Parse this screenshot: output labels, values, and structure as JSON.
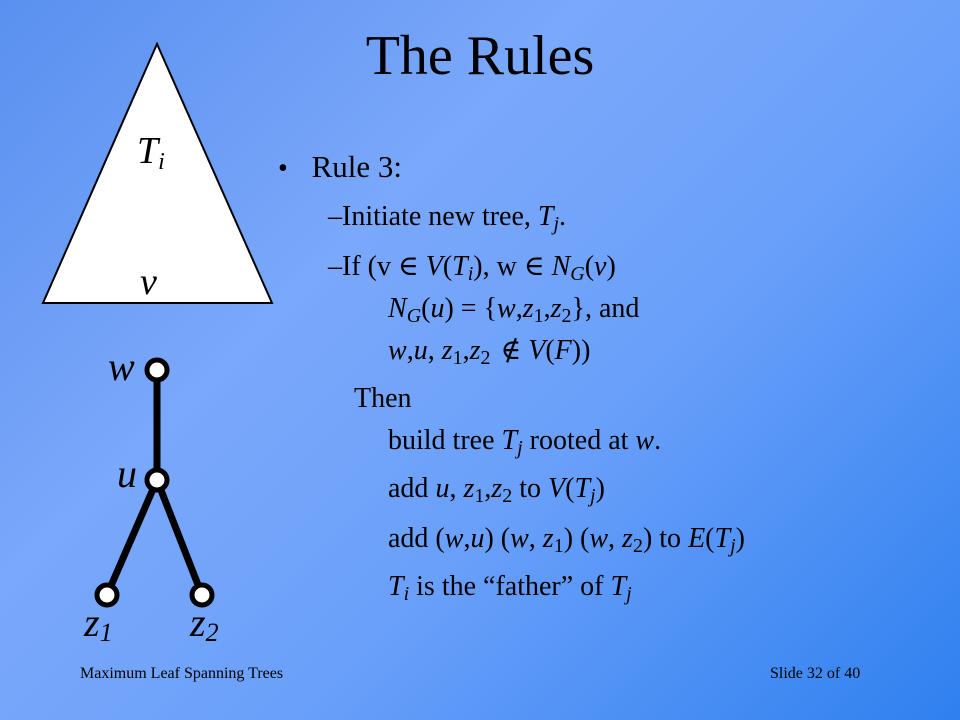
{
  "slide": {
    "title": "The Rules",
    "figure": {
      "tree_label": "T",
      "tree_label_sub": "i",
      "root_label": "v",
      "nodes": {
        "w": "w",
        "u": "u",
        "z1": "z",
        "z1_sub": "1",
        "z2": "z",
        "z2_sub": "2"
      }
    },
    "bullet": {
      "symbol": "•",
      "text": "Rule 3:"
    },
    "dash": "–",
    "point1": {
      "text": "Initiate new tree, ",
      "T": "T",
      "sub": "j",
      "end": "."
    },
    "point2": {
      "l1": {
        "a": "If (v ",
        "in": "∈",
        "b": " ",
        "V": "V",
        "c": "(",
        "T": "T",
        "sub": "i",
        "d": "), w ",
        "in2": "∈",
        "e": " ",
        "N": "N",
        "G": "G",
        "f": "(",
        "v": "v",
        "g": ")"
      },
      "l2": {
        "N": "N",
        "G": "G",
        "a": "(",
        "u": "u",
        "b": ") = {",
        "w": "w",
        "c": ",",
        "z1": "z",
        "s1": "1",
        "d": ",",
        "z2": "z",
        "s2": "2",
        "e": "}, and"
      },
      "l3": {
        "w": "w",
        "a": ",",
        "u": "u",
        "b": ", ",
        "z1": "z",
        "s1": "1",
        "c": ",",
        "z2": "z",
        "s2": "2",
        "notin": "∉",
        "d": " ",
        "V": "V",
        "e": "(",
        "F": "F",
        "f": "))"
      }
    },
    "then": {
      "label": "Then",
      "l1": {
        "a": "build tree ",
        "T": "T",
        "sub": "j",
        "b": " rooted at ",
        "w": "w",
        "c": "."
      },
      "l2": {
        "a": "add ",
        "u": "u",
        "b": ", ",
        "z1": "z",
        "s1": "1",
        "c": ",",
        "z2": "z",
        "s2": "2",
        "d": " to ",
        "V": "V",
        "e": "(",
        "T": "T",
        "sub": "j",
        "f": ")"
      },
      "l3": {
        "a": "add (",
        "w1": "w",
        "b": ",",
        "u": "u",
        "c": ") (",
        "w2": "w",
        "d": ", ",
        "z1": "z",
        "s1": "1",
        "e": ") (",
        "w3": "w",
        "f": ", ",
        "z2": "z",
        "s2": "2",
        "g": ") to ",
        "E": "E",
        "h": "(",
        "T": "T",
        "sub": "j",
        "i": ")"
      },
      "l4": {
        "T1": "T",
        "s1": "i",
        "a": " is the “father” of ",
        "T2": "T",
        "s2": "j"
      }
    },
    "footer": {
      "left": "Maximum Leaf Spanning Trees",
      "right": "Slide 32 of 40"
    }
  }
}
